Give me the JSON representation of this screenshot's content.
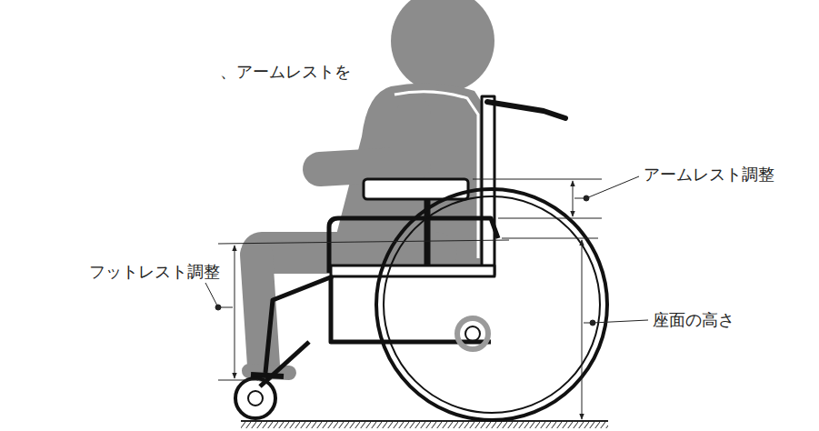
{
  "diagram": {
    "labels": [
      "、アームレストを",
      "アームレスト調整",
      "フットレスト調整",
      "座面の高さ"
    ]
  }
}
